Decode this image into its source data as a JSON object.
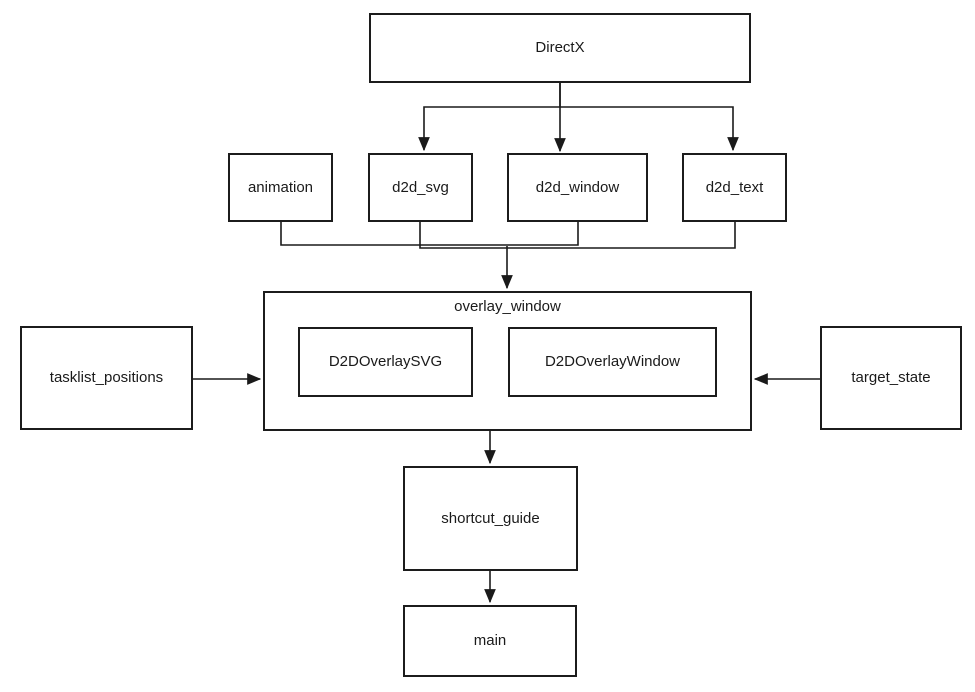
{
  "diagram": {
    "type": "module-dependency-flowchart",
    "colors": {
      "background": "#ffffff",
      "box_fill": "#ffffff",
      "line": "#1a1a1a",
      "text": "#1a1a1a"
    },
    "nodes": {
      "directx": {
        "label": "DirectX"
      },
      "animation": {
        "label": "animation"
      },
      "d2d_svg": {
        "label": "d2d_svg"
      },
      "d2d_window": {
        "label": "d2d_window"
      },
      "d2d_text": {
        "label": "d2d_text"
      },
      "overlay_window": {
        "label": "overlay_window"
      },
      "d2doverlaysvg": {
        "label": "D2DOverlaySVG"
      },
      "d2doverlaywindow": {
        "label": "D2DOverlayWindow"
      },
      "tasklist_positions": {
        "label": "tasklist_positions"
      },
      "target_state": {
        "label": "target_state"
      },
      "shortcut_guide": {
        "label": "shortcut_guide"
      },
      "main": {
        "label": "main"
      }
    },
    "edges": [
      {
        "from": "DirectX",
        "to": "d2d_svg"
      },
      {
        "from": "DirectX",
        "to": "d2d_window"
      },
      {
        "from": "DirectX",
        "to": "d2d_text"
      },
      {
        "from": "animation",
        "to": "overlay_window"
      },
      {
        "from": "d2d_svg",
        "to": "overlay_window"
      },
      {
        "from": "d2d_window",
        "to": "overlay_window"
      },
      {
        "from": "d2d_text",
        "to": "overlay_window"
      },
      {
        "from": "tasklist_positions",
        "to": "overlay_window"
      },
      {
        "from": "target_state",
        "to": "overlay_window"
      },
      {
        "from": "overlay_window",
        "to": "shortcut_guide"
      },
      {
        "from": "shortcut_guide",
        "to": "main"
      }
    ]
  }
}
